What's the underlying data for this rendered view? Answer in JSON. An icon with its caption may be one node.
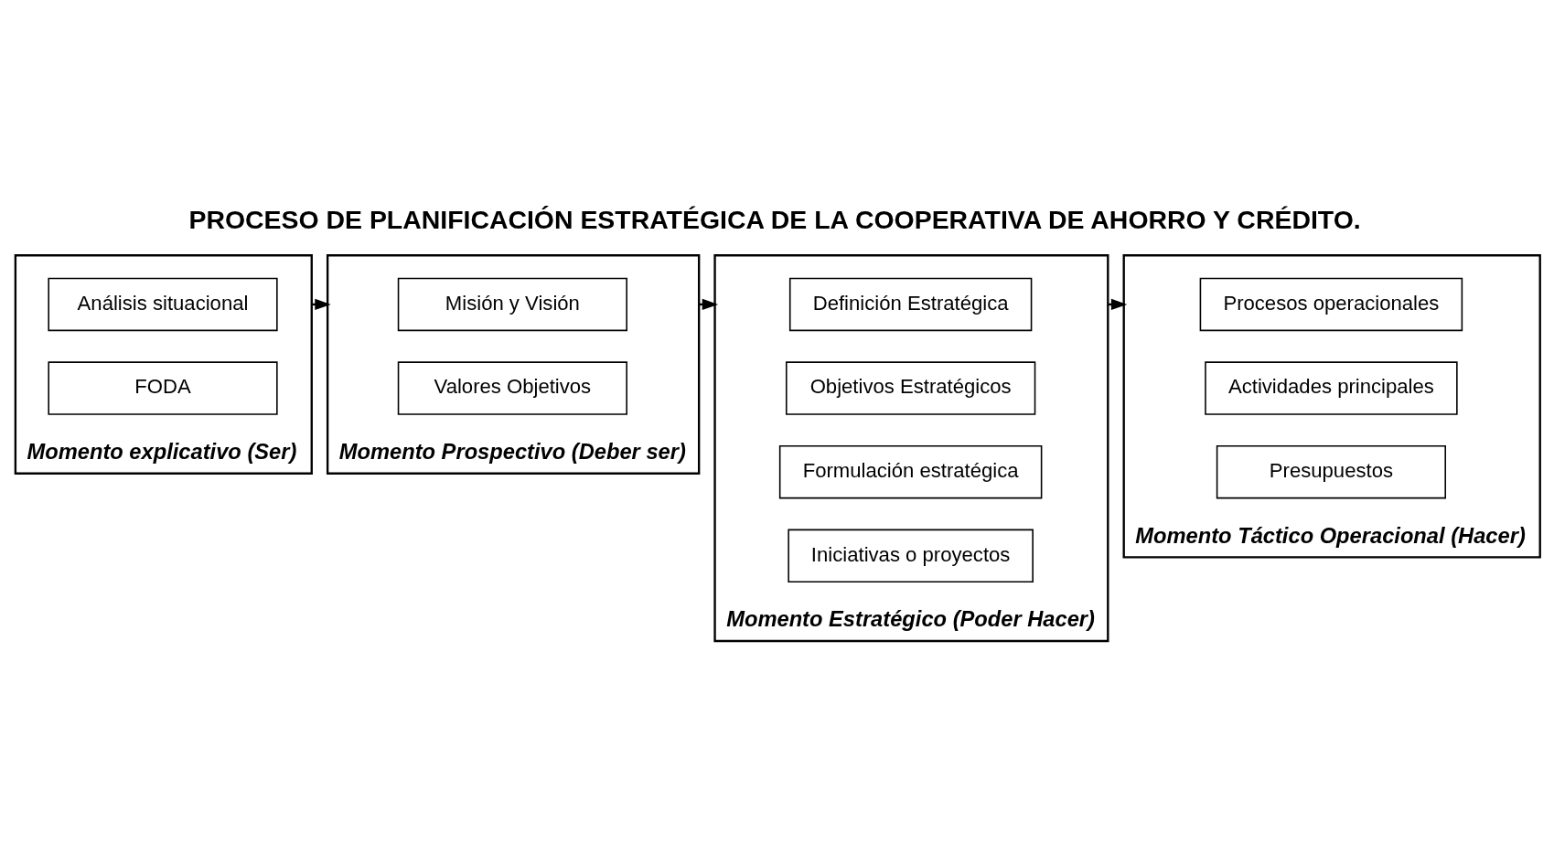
{
  "diagram": {
    "title": "PROCESO DE PLANIFICACIÓN ESTRATÉGICA DE LA COOPERATIVA DE AHORRO Y CRÉDITO.",
    "nodes": [
      {
        "text": [
          "Momento explicativo (Ser)"
        ]
      },
      {
        "text": [
          "Análisis situacional"
        ],
        "in": 0
      },
      {
        "text": [
          "FODA"
        ],
        "in": 0
      },
      {
        "text": [
          "Momento Prospectivo (Deber ser)"
        ]
      },
      {
        "text": [
          "Misión y Visión"
        ],
        "in": 3
      },
      {
        "text": [
          "Valores Objetivos"
        ],
        "in": 3
      },
      {
        "text": [
          "Momento Estratégico (Poder Hacer)"
        ]
      },
      {
        "text": [
          "Definición Estratégica"
        ],
        "in": 6
      },
      {
        "text": [
          "Objetivos Estratégicos"
        ],
        "in": 6
      },
      {
        "text": [
          "Formulación estratégica"
        ],
        "in": 6
      },
      {
        "text": [
          "Iniciativas o proyectos"
        ],
        "in": 6
      },
      {
        "text": [
          "Momento Táctico Operacional (Hacer)"
        ]
      },
      {
        "text": [
          "Procesos operacionales"
        ],
        "in": 11
      },
      {
        "text": [
          "Actividades principales"
        ],
        "in": 11
      },
      {
        "text": [
          "Presupuestos"
        ],
        "in": 11
      }
    ],
    "edges": [
      {
        "from": 0,
        "to": 3,
        "arrow": "to"
      },
      {
        "from": 3,
        "to": 6,
        "arrow": "to"
      },
      {
        "from": 6,
        "to": 11,
        "arrow": "to"
      }
    ]
  }
}
